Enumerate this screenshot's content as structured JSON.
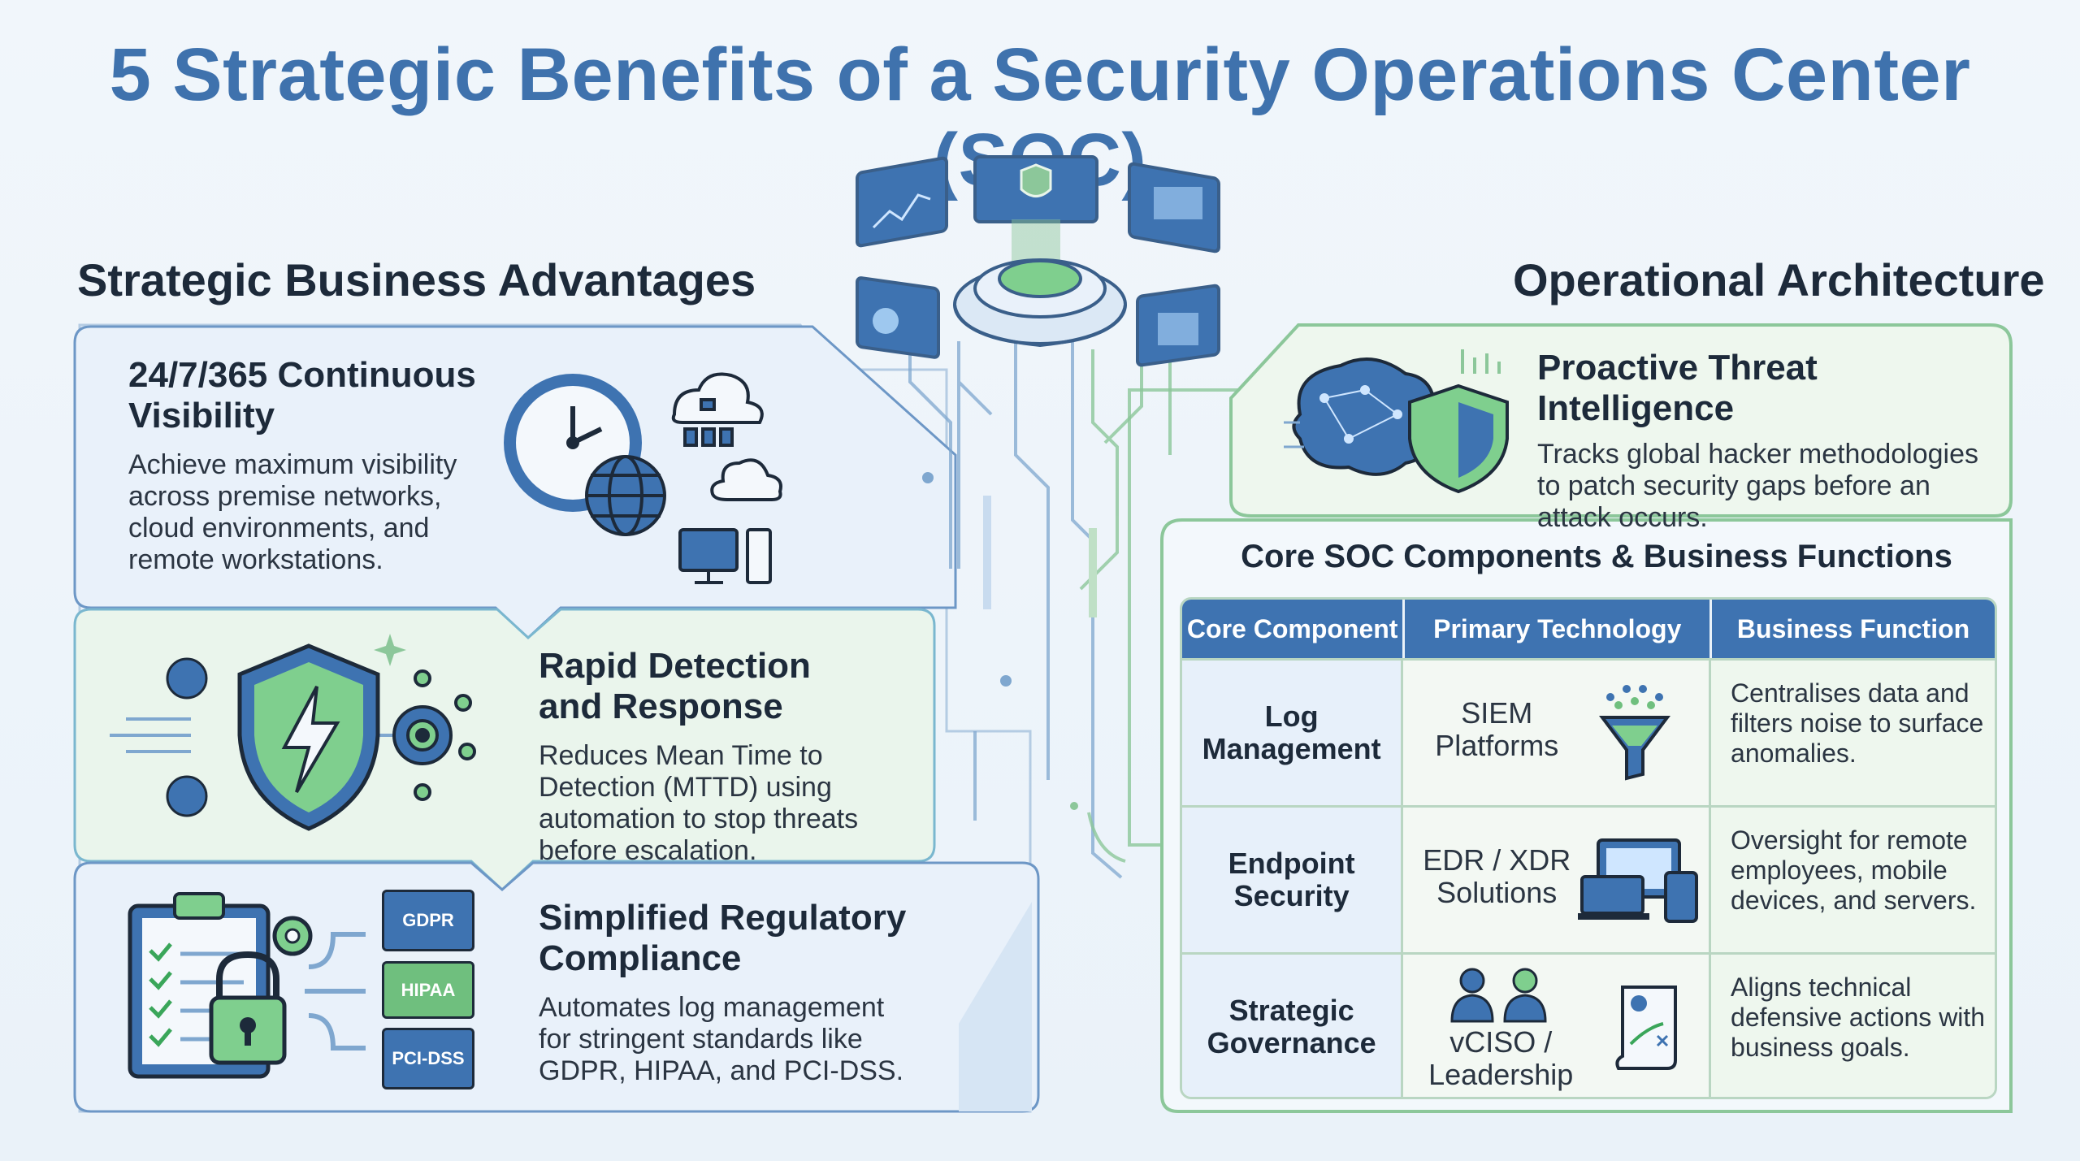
{
  "title": "5 Strategic Benefits of a Security Operations Center (SOC)",
  "left_section": {
    "heading": "Strategic Business Advantages",
    "cards": [
      {
        "title": "24/7/365 Continuous Visibility",
        "text": "Achieve maximum visibility across premise networks, cloud environments, and remote workstations."
      },
      {
        "title": "Rapid Detection and Response",
        "text": "Reduces Mean Time to Detection (MTTD) using automation to stop threats before escalation."
      },
      {
        "title": "Simplified Regulatory Compliance",
        "text": "Automates log management for stringent standards like GDPR, HIPAA, and PCI-DSS."
      }
    ],
    "compliance_tags": [
      "GDPR",
      "HIPAA",
      "PCI-DSS"
    ]
  },
  "right_section": {
    "heading": "Operational Architecture",
    "threat_card": {
      "title": "Proactive Threat Intelligence",
      "text": "Tracks global hacker methodologies to patch security gaps before an attack occurs."
    },
    "table": {
      "title": "Core SOC Components & Business Functions",
      "headers": [
        "Core Component",
        "Primary Technology",
        "Business Function"
      ],
      "rows": [
        {
          "component": "Log Management",
          "technology": "SIEM Platforms",
          "function": "Centralises data and filters noise to surface anomalies.",
          "icon": "funnel-icon"
        },
        {
          "component": "Endpoint Security",
          "technology": "EDR / XDR Solutions",
          "function": "Oversight for remote employees, mobile devices, and servers.",
          "icon": "devices-icon"
        },
        {
          "component": "Strategic Governance",
          "technology": "vCISO / Leadership",
          "function": "Aligns technical defensive actions with business goals.",
          "icon": "leadership-icon"
        }
      ]
    }
  },
  "colors": {
    "title_blue": "#3f72ad",
    "header_blue": "#3e73b1",
    "accent_green": "#6fbf7e",
    "line_blue": "#7fa7cf",
    "line_green": "#8cc79a"
  }
}
